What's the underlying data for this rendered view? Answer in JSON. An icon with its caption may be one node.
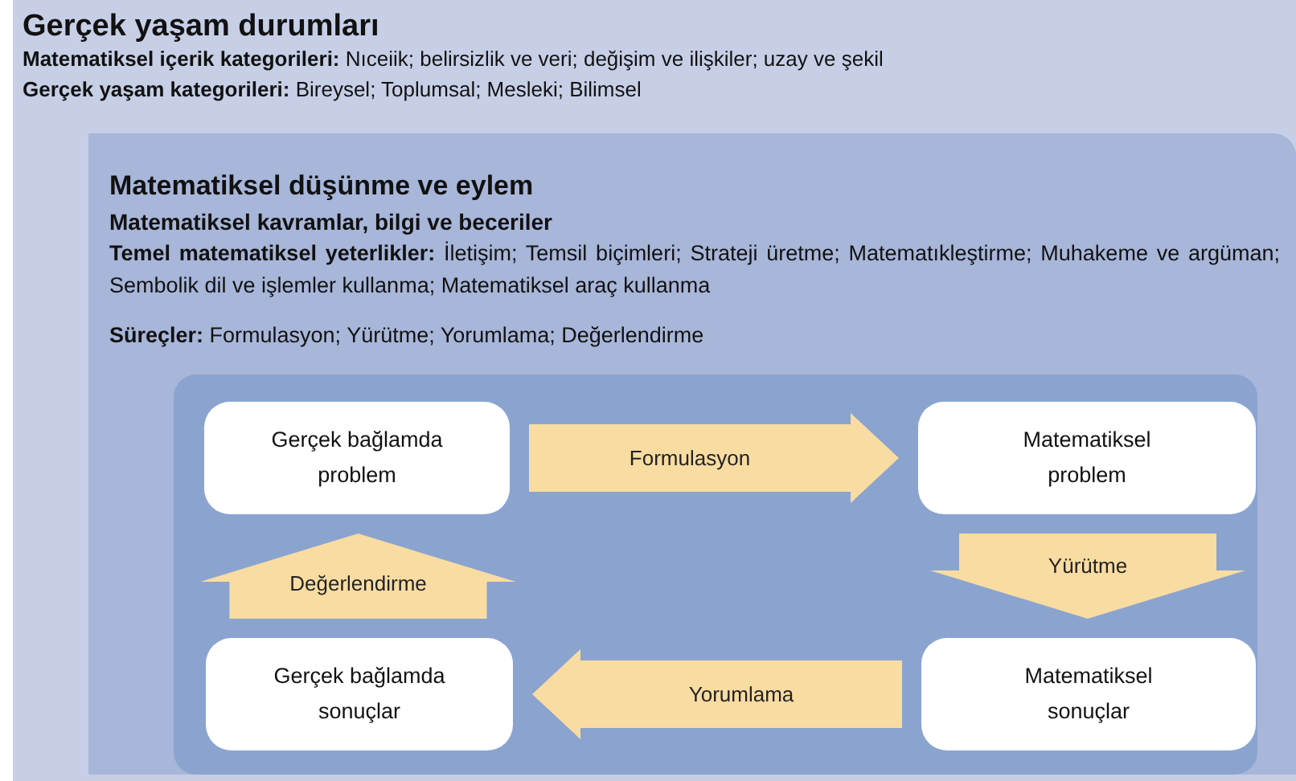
{
  "diagram": {
    "nodes": [
      {
        "text": [
          "Gerçek yaşam durumları",
          "**Matematiksel içerik kategorileri:** Nıceiik; belirsizlik ve veri; değişim ve ilişkiler; uzay ve şekil",
          "**Gerçek yaşam kategorileri:** Bireysel; Toplumsal; Mesleki; Bilimsel"
        ]
      },
      {
        "text": [
          "Matematiksel düşünme ve eylem",
          "Matematiksel kavramlar, bilgi ve beceriler",
          "**Temel matematiksel yeterlikler:** İletişim; Temsil biçimleri; Strateji üretme; Matematıkleştirme; Muhakeme ve argüman; Sembolik dil ve işlemler kullanma; Matematiksel araç kullanma",
          "**Süreçler:** Formulasyon; Yürütme; Yorumlama; Değerlendirme"
        ],
        "in": 0
      },
      {
        "text": [],
        "shape": "box",
        "in": 1
      },
      {
        "text": [
          "Gerçek bağlamda problem"
        ],
        "in": 2
      },
      {
        "text": [
          "Matematiksel problem"
        ],
        "in": 2
      },
      {
        "text": [
          "Gerçek bağlamda sonuçlar"
        ],
        "in": 2
      },
      {
        "text": [
          "Matematiksel sonuçlar"
        ],
        "in": 2
      }
    ],
    "edges": [
      {
        "from": 3,
        "to": 4,
        "arrow": "to",
        "label": "Formulasyon"
      },
      {
        "from": 4,
        "to": 6,
        "arrow": "to",
        "label": "Yürütme"
      },
      {
        "from": 6,
        "to": 5,
        "arrow": "to",
        "label": "Yorumlama"
      },
      {
        "from": 5,
        "to": 3,
        "arrow": "to",
        "label": "Değerlendirme"
      }
    ]
  }
}
